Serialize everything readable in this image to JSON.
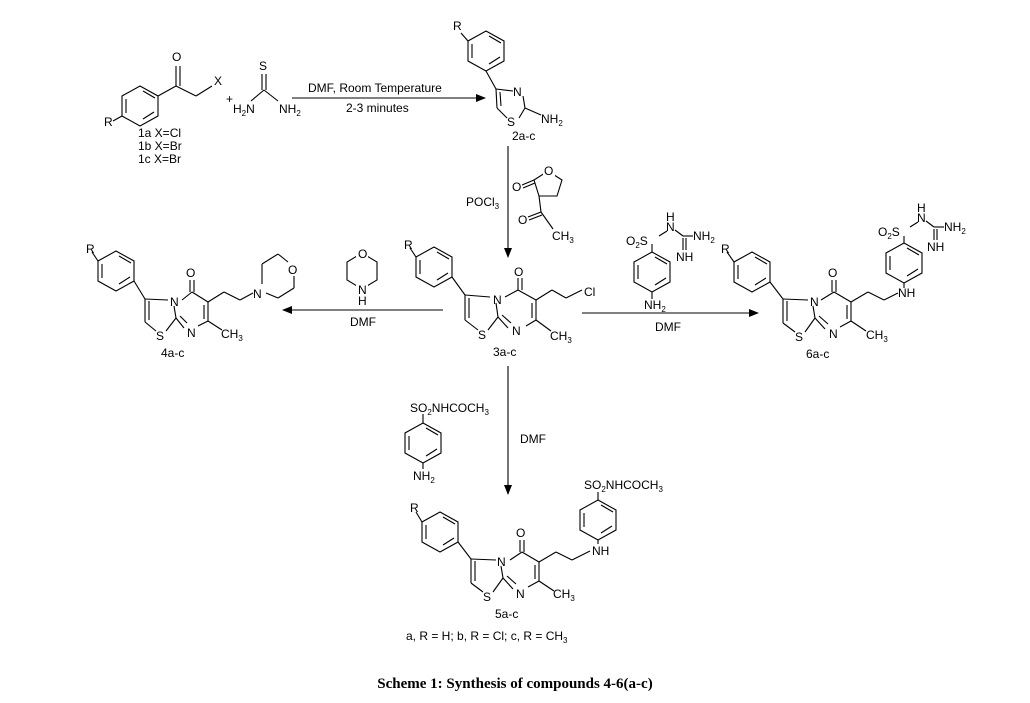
{
  "reagents": {
    "step1_line1": "DMF, Room Temperature",
    "step1_line2": "2-3 minutes",
    "poc13": "POCl",
    "poc13_sub": "3",
    "dmf_left": "DMF",
    "dmf_right": "DMF",
    "dmf_down": "DMF",
    "plus": "+"
  },
  "compounds": {
    "c1": {
      "label_a": "1a X=Cl",
      "label_b": "1b X=Br",
      "label_c": "1c X=Br",
      "R": "R",
      "X": "X"
    },
    "thiourea": {
      "S": "S",
      "H2N": "H",
      "H2N_sub": "2",
      "H2N_N": "N",
      "NH2": "NH",
      "NH2_sub": "2"
    },
    "c2": {
      "label": "2a-c",
      "R": "R",
      "N": "N",
      "S": "S",
      "NH2": "NH",
      "NH2_sub": "2"
    },
    "lactone": {
      "O_ring": "O",
      "O_co": "O",
      "O_ac": "O",
      "CH3": "CH",
      "CH3_sub": "3"
    },
    "c3": {
      "label": "3a-c",
      "R": "R",
      "O": "O",
      "N": "N",
      "S": "S",
      "N2": "N",
      "Cl": "Cl",
      "CH3": "CH",
      "CH3_sub": "3"
    },
    "morpholine": {
      "O": "O",
      "N": "N",
      "H": "H"
    },
    "c4": {
      "label": "4a-c",
      "R": "R",
      "O": "O",
      "N": "N",
      "S": "S",
      "N2": "N",
      "Nmorph": "N",
      "Omorph": "O",
      "CH3": "CH",
      "CH3_sub": "3"
    },
    "sulfaguanidine": {
      "SO2": "O",
      "SO2_sub": "2",
      "S": "S",
      "N": "N",
      "H": "H",
      "NH2": "NH",
      "NH2_sub": "2",
      "NH": "NH",
      "amine": "NH",
      "amine_sub": "2"
    },
    "c6": {
      "label": "6a-c",
      "R": "R",
      "O": "O",
      "N": "N",
      "S": "S",
      "N2": "N",
      "NH": "NH",
      "SO2": "O",
      "SO2_sub": "2",
      "Sx": "S",
      "Ng": "N",
      "Hg": "H",
      "NH2": "NH",
      "NH2_sub": "2",
      "NHg": "NH",
      "CH3": "CH",
      "CH3_sub": "3"
    },
    "sulfacetamide": {
      "group": "SO",
      "group_sub": "2",
      "group_rest": "NHCOCH",
      "group_sub2": "3",
      "amine": "NH",
      "amine_sub": "2"
    },
    "c5": {
      "label": "5a-c",
      "R": "R",
      "O": "O",
      "N": "N",
      "S": "S",
      "N2": "N",
      "NH": "NH",
      "group": "SO",
      "group_sub": "2",
      "group_rest": "NHCOCH",
      "group_sub2": "3",
      "CH3": "CH",
      "CH3_sub": "3"
    }
  },
  "legend": "a, R = H; b, R = Cl; c, R = CH",
  "legend_sub": "3",
  "caption": "Scheme 1: Synthesis of compounds 4-6(a-c)"
}
